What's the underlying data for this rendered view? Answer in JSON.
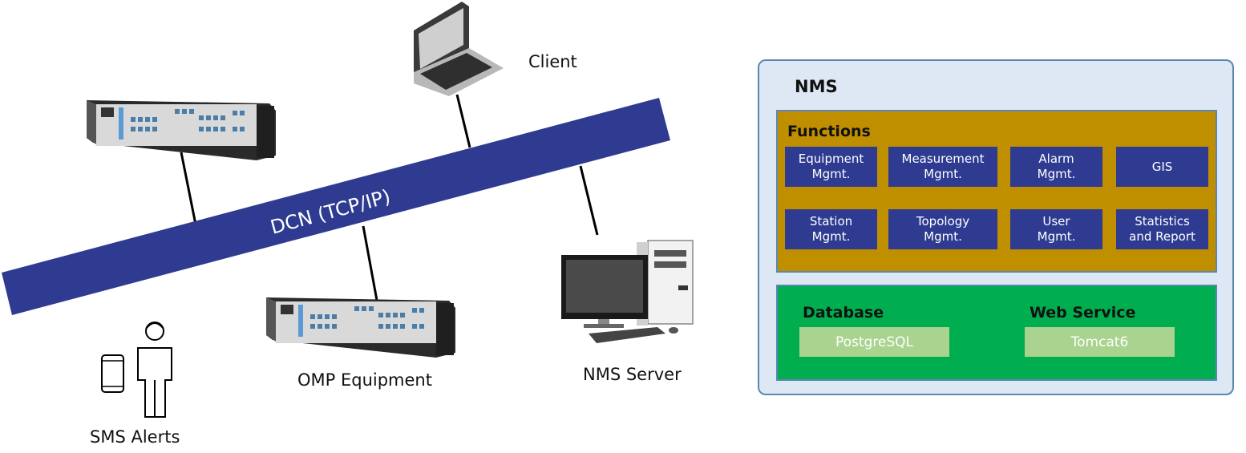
{
  "diagram": {
    "network_label": "DCN (TCP/IP)",
    "client_label": "Client",
    "omp_label": "OMP Equipment",
    "server_label": "NMS Server",
    "sms_label": "SMS Alerts"
  },
  "nms": {
    "title": "NMS",
    "functions_title": "Functions",
    "functions": [
      "Equipment\nMgmt.",
      "Measurement\nMgmt.",
      "Alarm\nMgmt.",
      "GIS",
      "Station\nMgmt.",
      "Topology\nMgmt.",
      "User\nMgmt.",
      "Statistics\nand Report"
    ],
    "database_title": "Database",
    "database_value": "PostgreSQL",
    "webservice_title": "Web Service",
    "webservice_value": "Tomcat6"
  },
  "colors": {
    "dcn_band": "#2e3b91",
    "functions_bg": "#bf8f00",
    "function_button": "#2e3b91",
    "data_bg": "#00ae50",
    "data_value_bg": "#a9d38e",
    "panel_bg": "#dde8f4",
    "panel_border": "#5a87b4"
  },
  "icons": [
    "rack-equipment-icon",
    "laptop-icon",
    "desktop-server-icon",
    "smartphone-icon",
    "person-icon"
  ]
}
